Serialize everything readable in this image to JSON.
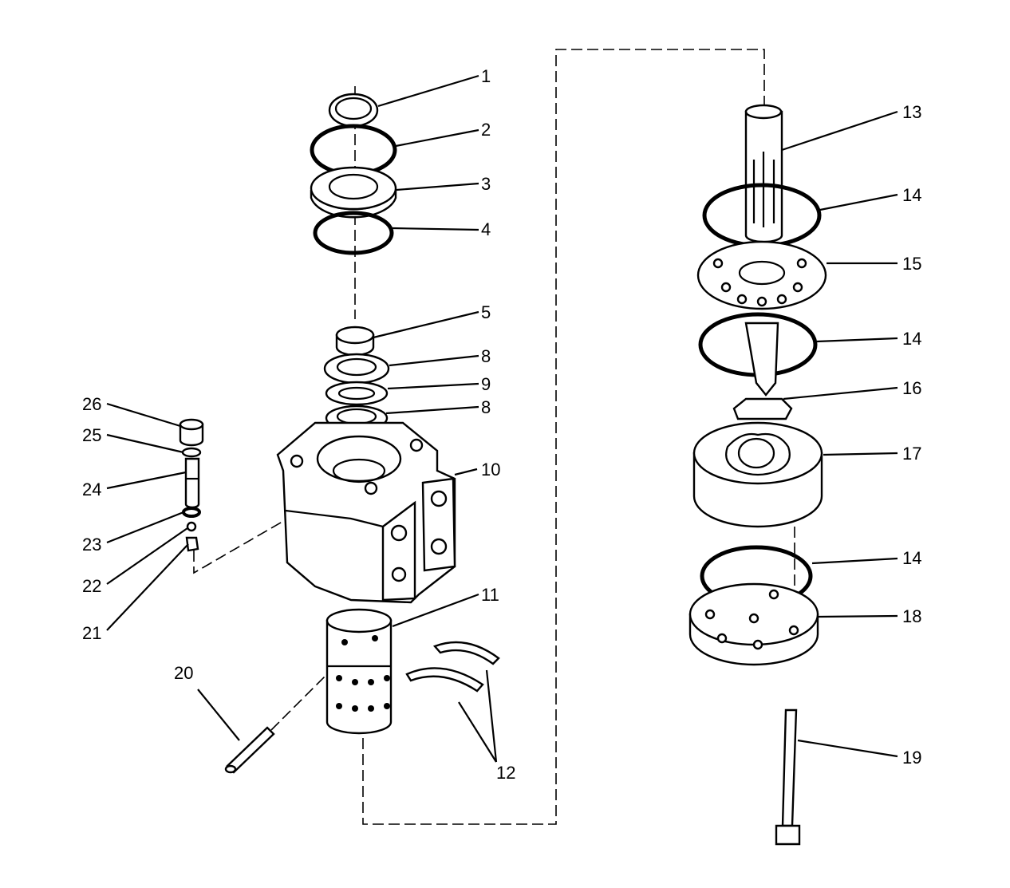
{
  "callouts": {
    "c1": "1",
    "c2": "2",
    "c3": "3",
    "c4": "4",
    "c5": "5",
    "c8a": "8",
    "c9": "9",
    "c8b": "8",
    "c10": "10",
    "c11": "11",
    "c12": "12",
    "c13": "13",
    "c14a": "14",
    "c15": "15",
    "c14b": "14",
    "c16": "16",
    "c17": "17",
    "c14c": "14",
    "c18": "18",
    "c19": "19",
    "c20": "20",
    "c21": "21",
    "c22": "22",
    "c23": "23",
    "c24": "24",
    "c25": "25",
    "c26": "26"
  }
}
